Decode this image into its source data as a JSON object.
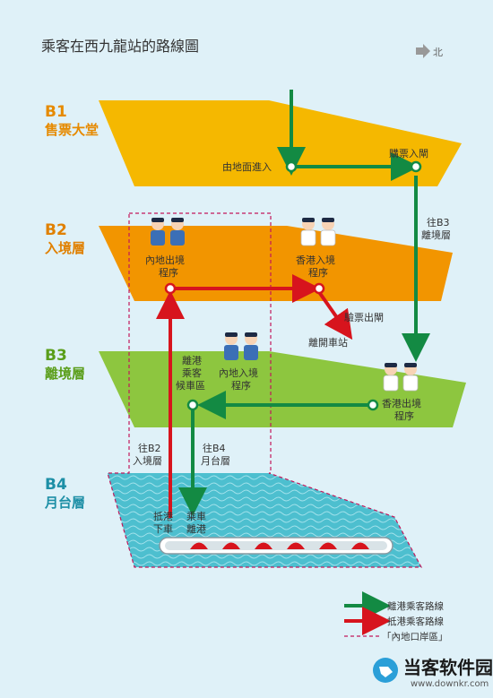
{
  "title": "乘客在西九龍站的路線圖",
  "north_label": "北",
  "levels": [
    {
      "code": "B1",
      "name": "售票大堂",
      "color": "#f5b800",
      "label_color": "#e68a00"
    },
    {
      "code": "B2",
      "name": "入境層",
      "color": "#f29500",
      "label_color": "#e08000"
    },
    {
      "code": "B3",
      "name": "離境層",
      "color": "#8dc63f",
      "label_color": "#5a9e1a"
    },
    {
      "code": "B4",
      "name": "月台層",
      "color": "#4dbfcf",
      "label_color": "#1d8fa6"
    }
  ],
  "labels": {
    "street_entry": "由地面進入",
    "ticket_gate": "購票入閘",
    "to_b3_line1": "往B3",
    "to_b3_line2": "離境層",
    "mainland_exit_1": "內地出境",
    "mainland_exit_2": "程序",
    "hk_entry_1": "香港入境",
    "hk_entry_2": "程序",
    "ticket_check": "驗票出閘",
    "leave_station": "離開車站",
    "waiting_1": "離港",
    "waiting_2": "乘客",
    "waiting_3": "候車區",
    "mainland_entry_1": "內地入境",
    "mainland_entry_2": "程序",
    "hk_exit_1": "香港出境",
    "hk_exit_2": "程序",
    "to_b2_line1": "往B2",
    "to_b2_line2": "入境層",
    "to_b4_line1": "往B4",
    "to_b4_line2": "月台層",
    "arrive_1": "抵港",
    "arrive_2": "下車",
    "depart_1": "乘車",
    "depart_2": "離港"
  },
  "legend": {
    "departure": "離港乘客路線",
    "arrival": "抵港乘客路線",
    "port_area": "「內地口岸區」"
  },
  "colors": {
    "departure": "#138a43",
    "arrival": "#d7141d",
    "port_area": "#c2185b"
  },
  "watermark": {
    "name": "当客软件园",
    "url": "www.downkr.com"
  }
}
